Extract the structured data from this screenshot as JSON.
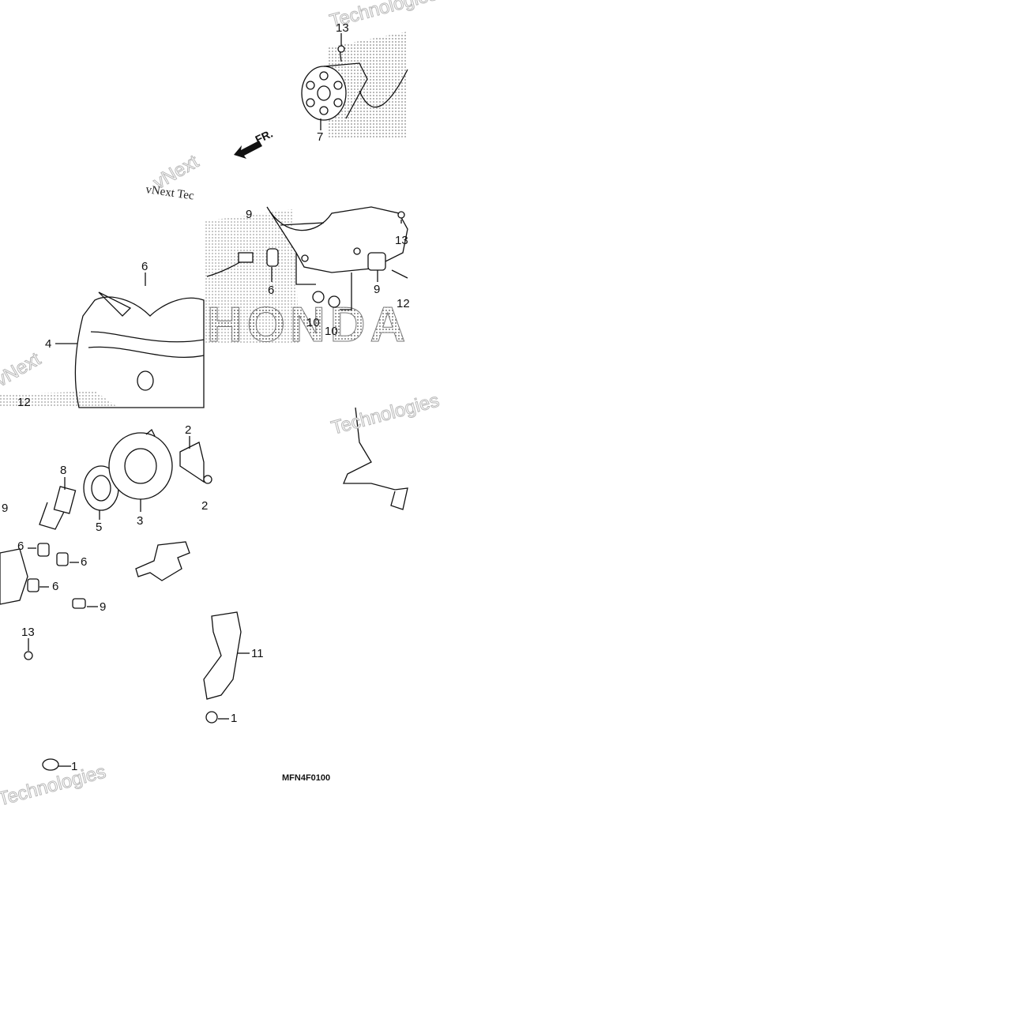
{
  "diagram": {
    "code": "MFN4F0100",
    "front_marker": "FR.",
    "brand_mark": "HONDA",
    "watermark": {
      "word1": "vNext",
      "word2": "Technologies",
      "line": "vNext Tec"
    },
    "callouts": [
      {
        "id": "c13a",
        "text": "13"
      },
      {
        "id": "c7",
        "text": "7"
      },
      {
        "id": "c9a",
        "text": "9"
      },
      {
        "id": "c13b",
        "text": "13"
      },
      {
        "id": "c6a",
        "text": "6"
      },
      {
        "id": "c9b",
        "text": "9"
      },
      {
        "id": "c12a",
        "text": "12"
      },
      {
        "id": "c10a",
        "text": "10"
      },
      {
        "id": "c10b",
        "text": "10"
      },
      {
        "id": "c6b",
        "text": "6"
      },
      {
        "id": "c4",
        "text": "4"
      },
      {
        "id": "c12b",
        "text": "12"
      },
      {
        "id": "c2a",
        "text": "2"
      },
      {
        "id": "c8",
        "text": "8"
      },
      {
        "id": "c9c",
        "text": "9"
      },
      {
        "id": "c5",
        "text": "5"
      },
      {
        "id": "c3",
        "text": "3"
      },
      {
        "id": "c2b",
        "text": "2"
      },
      {
        "id": "c6c",
        "text": "6"
      },
      {
        "id": "c6d",
        "text": "6"
      },
      {
        "id": "c6e",
        "text": "6"
      },
      {
        "id": "c9d",
        "text": "9"
      },
      {
        "id": "c13c",
        "text": "13"
      },
      {
        "id": "c11",
        "text": "11"
      },
      {
        "id": "c1a",
        "text": "1"
      },
      {
        "id": "c1b",
        "text": "1"
      }
    ]
  }
}
